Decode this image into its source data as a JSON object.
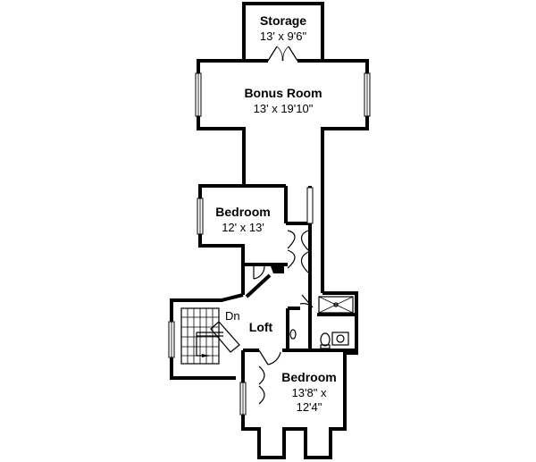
{
  "rooms": {
    "storage": {
      "name": "Storage",
      "size": "13' x 9'6\""
    },
    "bonus_room": {
      "name": "Bonus Room",
      "size": "13' x 19'10\""
    },
    "bedroom_upper": {
      "name": "Bedroom",
      "size": "12' x 13'"
    },
    "loft": {
      "name": "Loft"
    },
    "stairs": {
      "label": "Dn"
    },
    "bedroom_lower": {
      "name": "Bedroom",
      "size_line1": "13'8\" x",
      "size_line2": "12'4\""
    }
  }
}
